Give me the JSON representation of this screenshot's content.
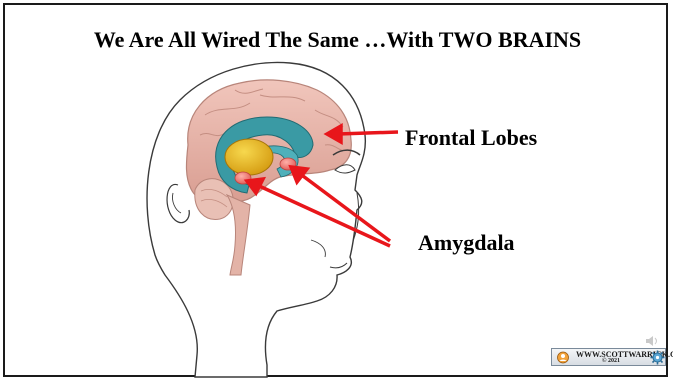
{
  "slide": {
    "title": "We Are All Wired The Same …With TWO BRAINS"
  },
  "labels": {
    "frontal_lobes": "Frontal Lobes",
    "amygdala": "Amygdala"
  },
  "footer": {
    "website": "WWW.SCOTTWARRICK.COM",
    "copyright": "© 2021"
  },
  "colors": {
    "arrow": "#e8161b",
    "brain": "#e7b3a8",
    "limbic": "#3a9aa4",
    "thalamus": "#e9b91f",
    "amygdala": "#f07a76",
    "skin": "#ffffff",
    "outline": "#3a3a3a"
  },
  "icons": [
    "speaker-icon",
    "logo-icon",
    "gear-icon"
  ]
}
